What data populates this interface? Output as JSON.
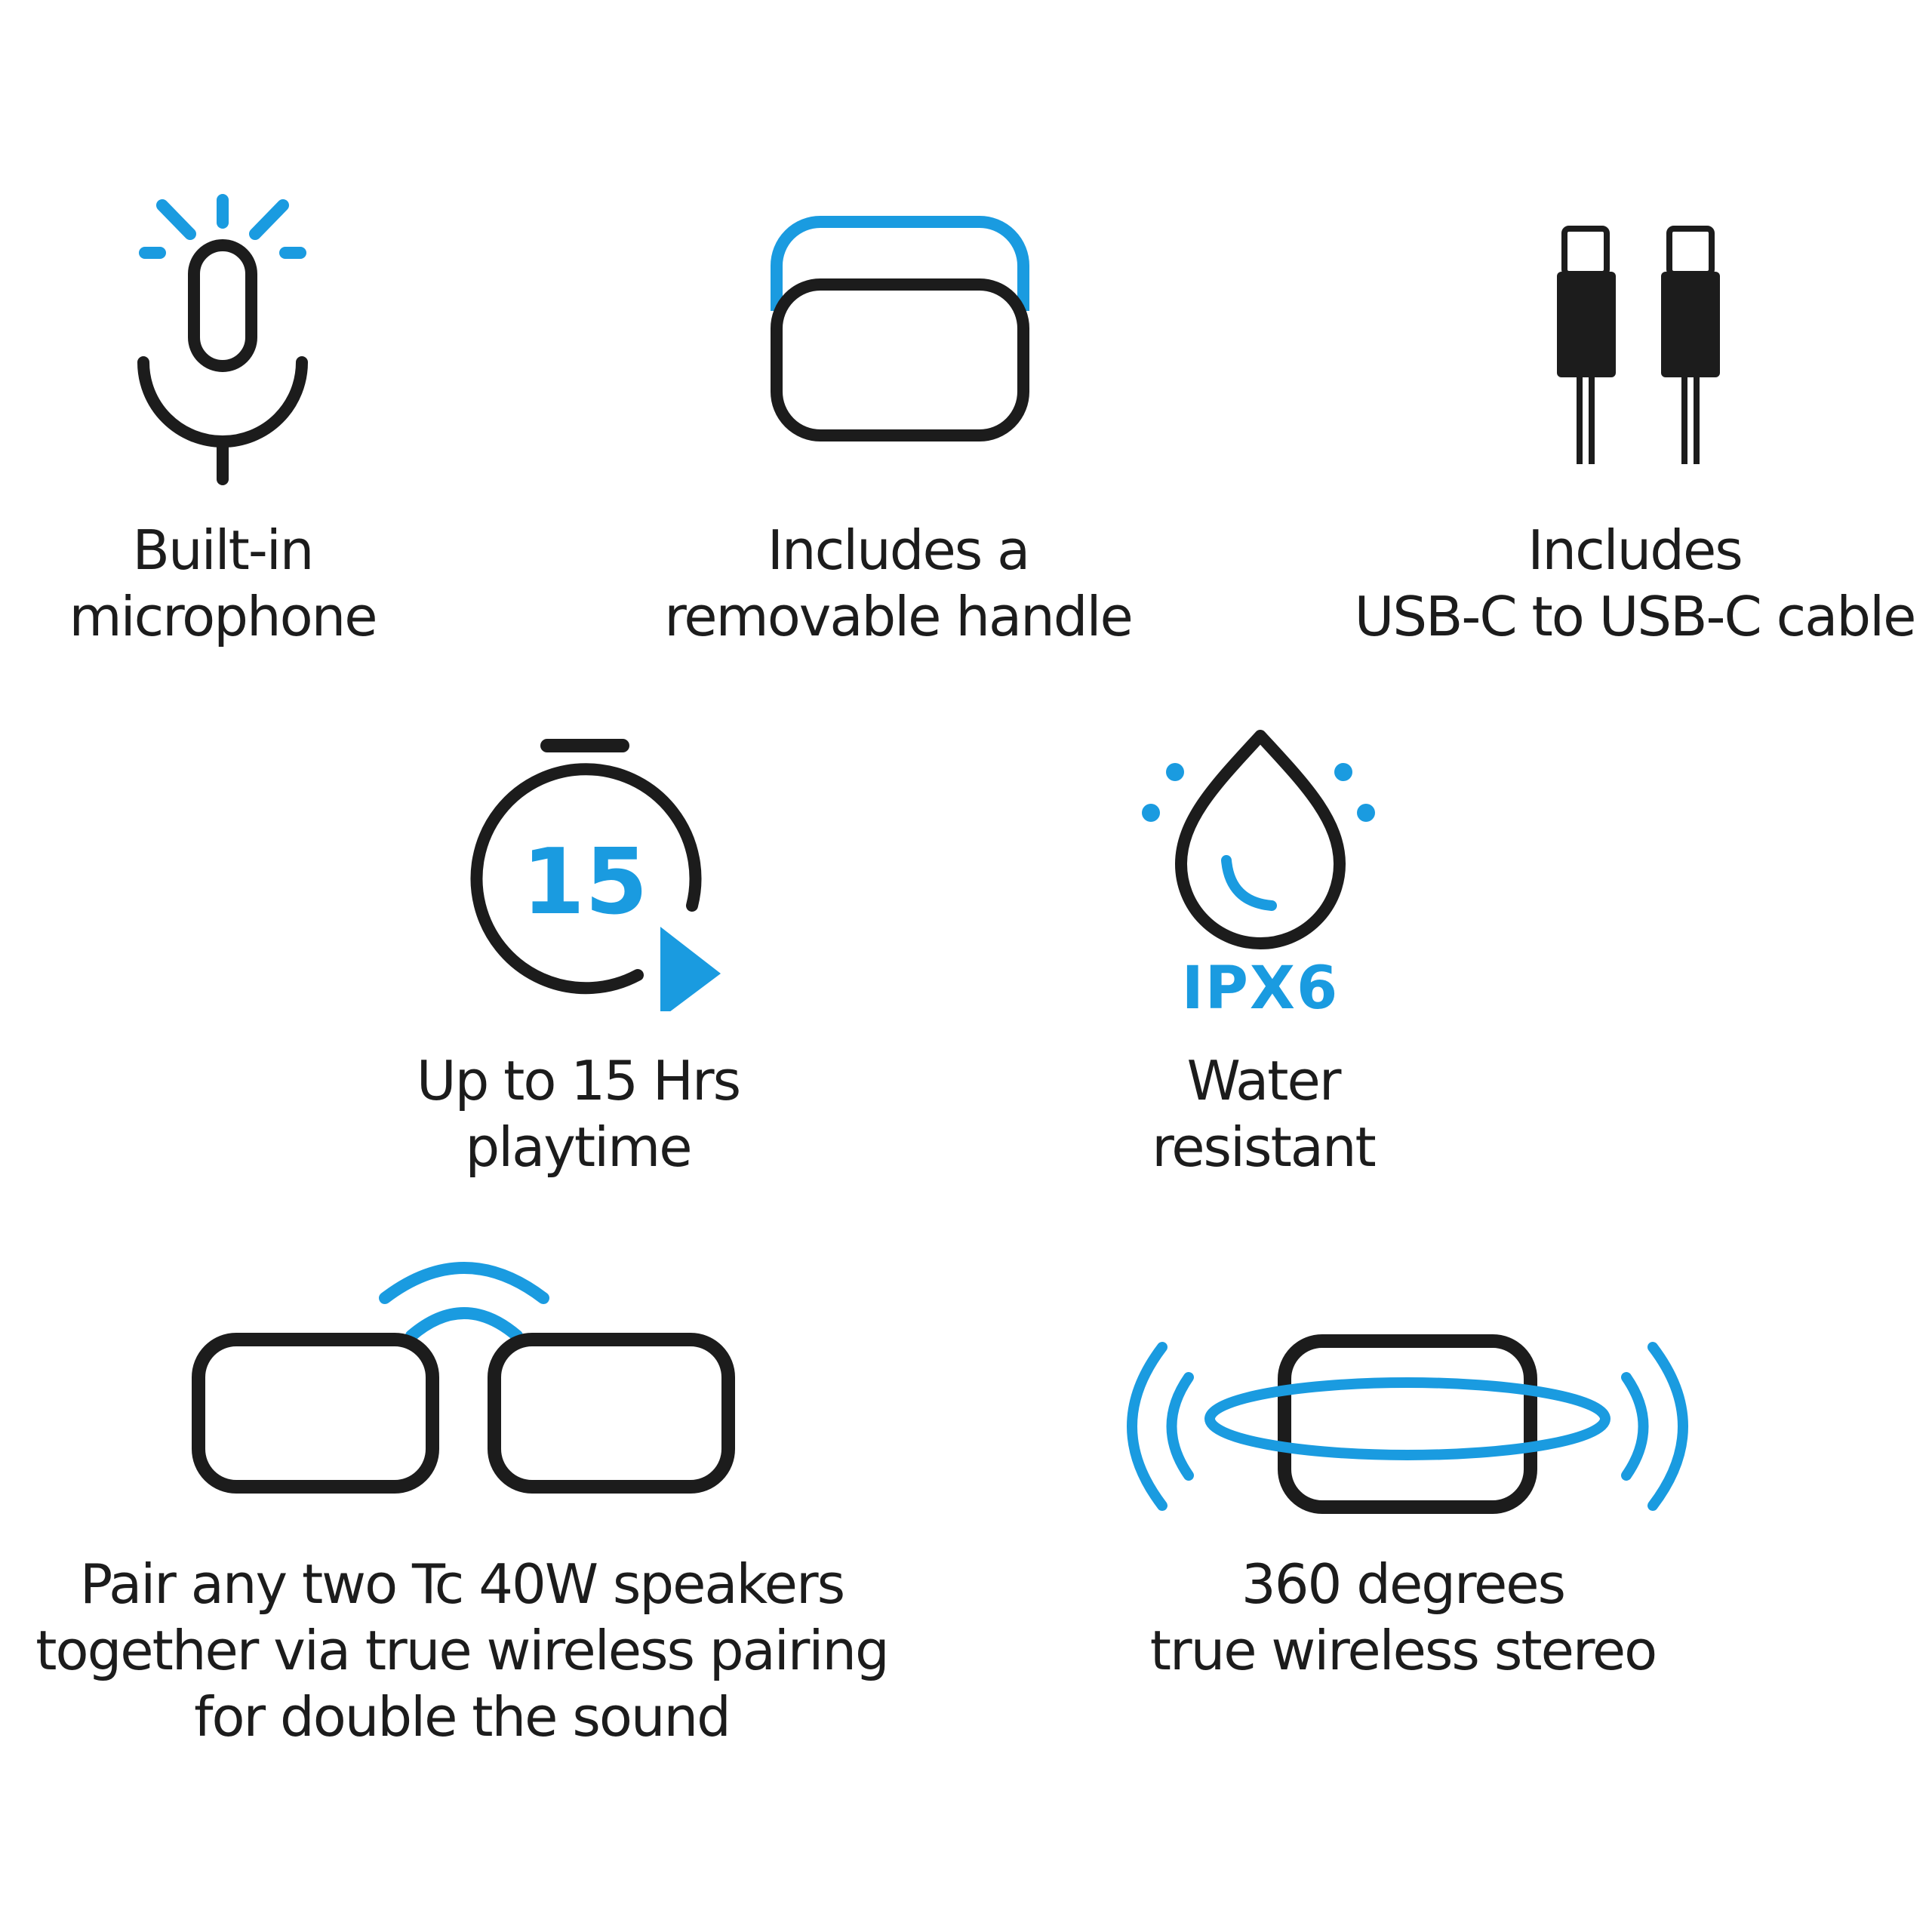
{
  "colors": {
    "accent": "#1a9be0",
    "ink": "#1c1c1c",
    "background": "#ffffff"
  },
  "features": [
    {
      "icon": "microphone-icon",
      "lines": [
        "Built-in",
        "microphone"
      ]
    },
    {
      "icon": "speaker-handle-icon",
      "lines": [
        "Includes a",
        "removable handle"
      ]
    },
    {
      "icon": "usb-c-cable-icon",
      "lines": [
        "Includes",
        "USB-C to USB-C cable"
      ]
    },
    {
      "icon": "timer-15-icon",
      "icon_text": "15",
      "lines": [
        "Up to 15 Hrs",
        "playtime"
      ]
    },
    {
      "icon": "water-drop-icon",
      "badge": "IPX6",
      "lines": [
        "Water",
        "resistant"
      ]
    },
    {
      "icon": "paired-speakers-icon",
      "lines": [
        "Pair any two Tc 40W speakers",
        "together via true wireless pairing",
        "for double the sound"
      ]
    },
    {
      "icon": "360-stereo-icon",
      "lines": [
        "360 degrees",
        "true wireless stereo"
      ]
    }
  ]
}
